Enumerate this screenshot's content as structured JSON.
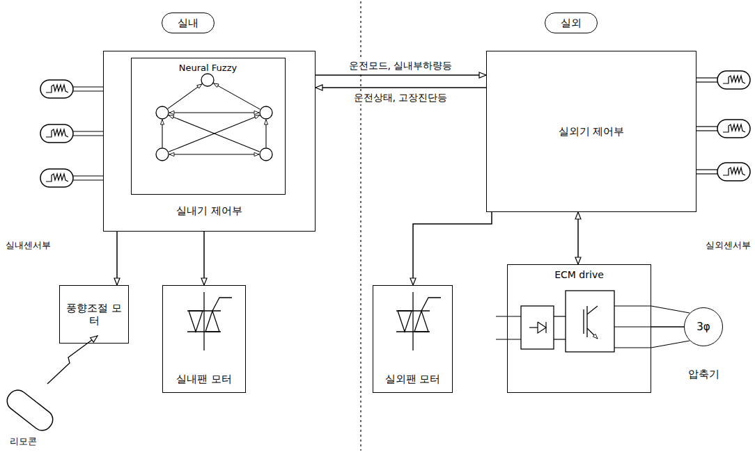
{
  "diagram": {
    "nodes": [
      {
        "text": [
          "실내"
        ]
      },
      {
        "text": [
          "실외"
        ]
      },
      {
        "text": [
          "실내기 제어부"
        ]
      },
      {
        "text": [
          "Neural Fuzzy"
        ],
        "in": 2
      },
      {
        "text": [
          "실외기 제어부"
        ]
      },
      {
        "text": [
          "풍향조절 모터"
        ]
      },
      {
        "text": [
          "실내팬 모터"
        ]
      },
      {
        "text": [
          "실외팬 모터"
        ]
      },
      {
        "text": [
          "ECM drive"
        ]
      },
      {
        "text": [
          "3φ",
          "압축기"
        ]
      }
    ],
    "edges": [
      {
        "from": 2,
        "to": 4,
        "arrow": "to",
        "label": "운전모드, 실내부하량등"
      },
      {
        "from": 4,
        "to": 2,
        "arrow": "to",
        "label": "운전상태, 고장진단등"
      },
      {
        "from": 2,
        "to": 5,
        "arrow": "to"
      },
      {
        "from": 2,
        "to": 6,
        "arrow": "to"
      },
      {
        "from": 4,
        "to": 7,
        "arrow": "to"
      },
      {
        "from": 4,
        "to": 8,
        "arrow": "both"
      },
      {
        "from": 8,
        "to": 9,
        "arrow": "none"
      }
    ],
    "labels": [
      "실내센서부",
      "실외센서부",
      "리모콘"
    ]
  }
}
